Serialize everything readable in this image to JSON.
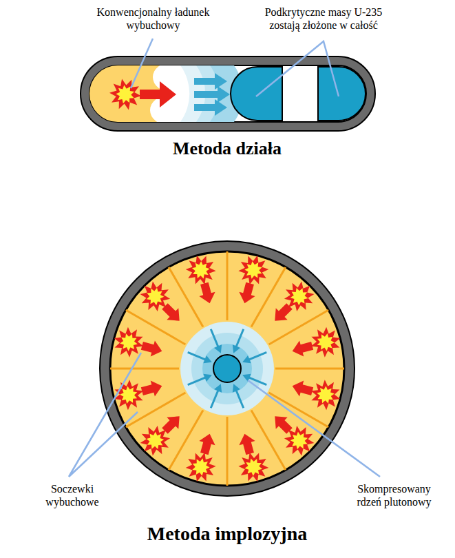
{
  "diagram": {
    "labels": [
      "Konwencjonalny ładunek wybuchowy",
      "Podkrytyczne masy U-235 zostają złożone w całość",
      "Metoda działa",
      "Soczewki wybuchowe",
      "Skompresowany rdzeń plutonowy",
      "Metoda implozyjna"
    ]
  }
}
